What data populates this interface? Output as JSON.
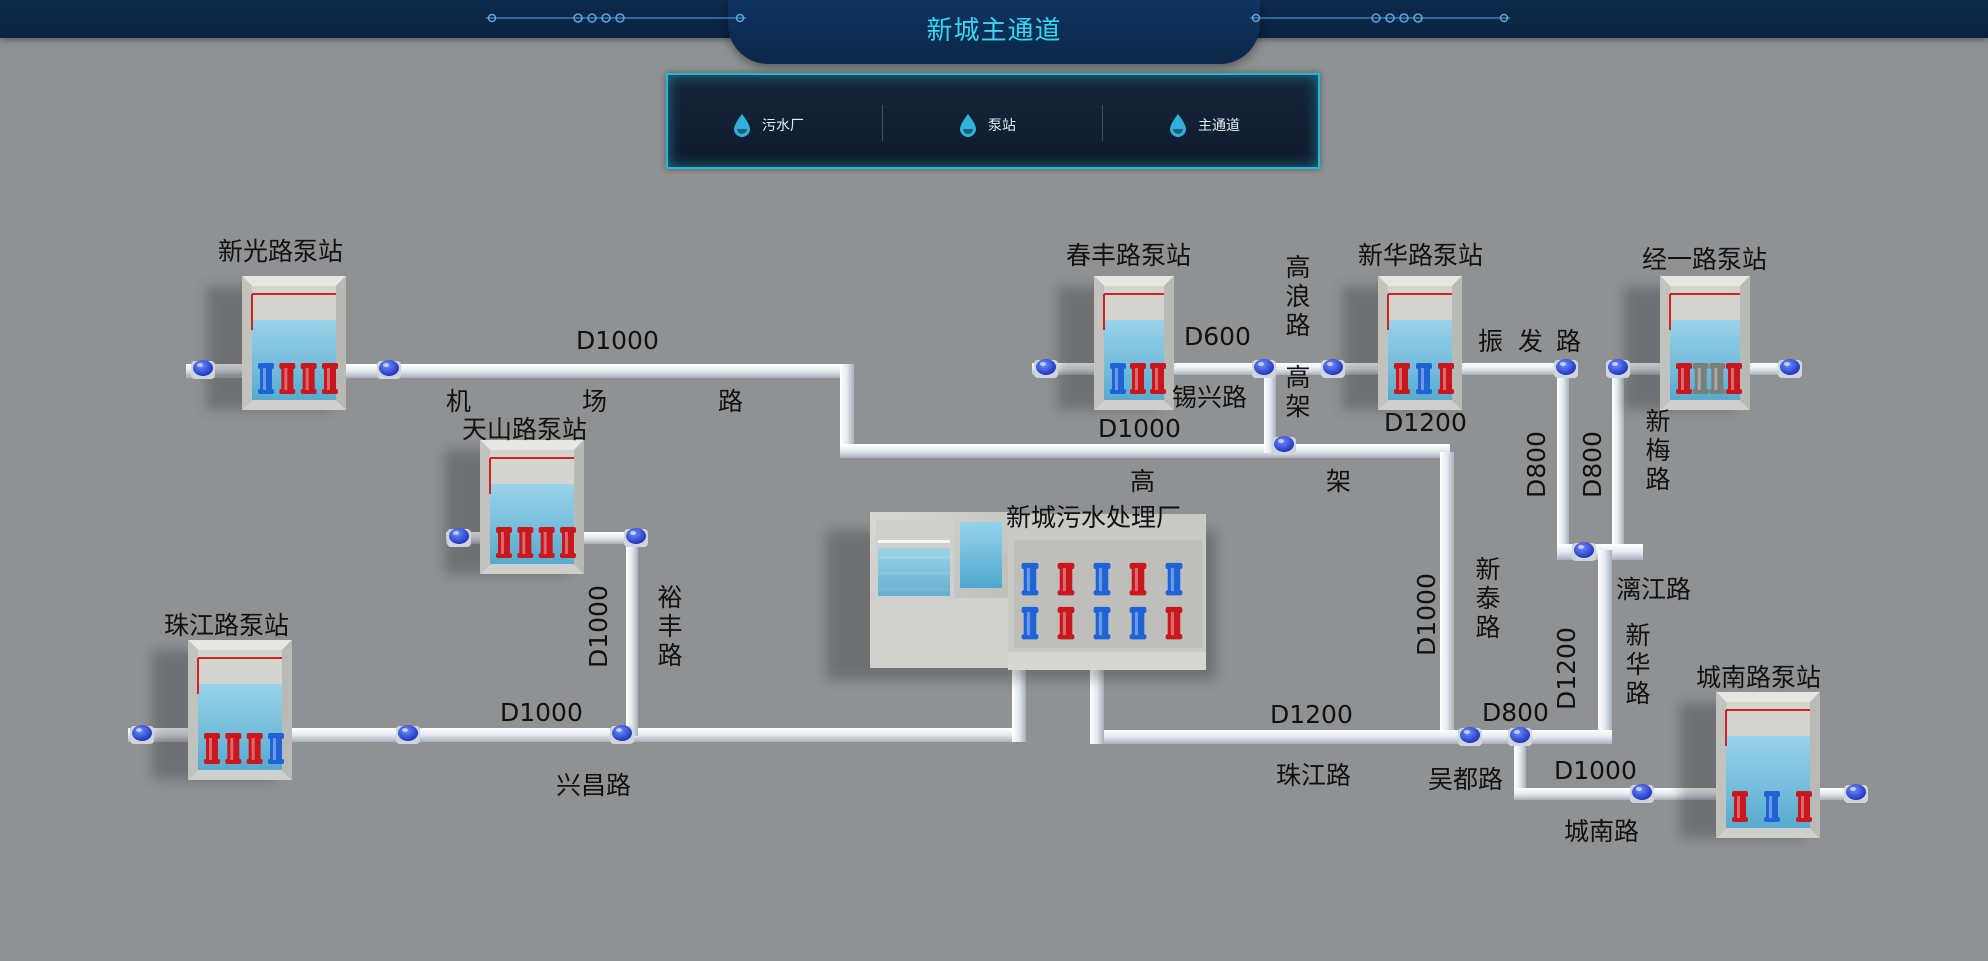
{
  "header": {
    "title": "新城主通道"
  },
  "legend": {
    "items": [
      {
        "label": "污水厂",
        "icon": "water-drop-icon"
      },
      {
        "label": "泵站",
        "icon": "water-drop-icon"
      },
      {
        "label": "主通道",
        "icon": "water-drop-icon"
      }
    ]
  },
  "stations": {
    "xinguang": "新光路泵站",
    "tianshan": "天山路泵站",
    "zhujiang": "珠江路泵站",
    "chunfeng": "春丰路泵站",
    "xinhua": "新华路泵站",
    "jingyi": "经一路泵站",
    "chengnan": "城南路泵站",
    "plant": "新城污水处理厂"
  },
  "roads": {
    "jichang": [
      "机",
      "场",
      "路"
    ],
    "gaojia_a": "高架",
    "gaojia_b": [
      "高",
      "架"
    ],
    "gaolanglu": "高浪路",
    "xixinglu": "锡兴路",
    "zhenfalu": [
      "振",
      "发",
      "路"
    ],
    "xinmeilu": "新梅路",
    "lijianglu": "漓江路",
    "xintailu": "新泰路",
    "xinhualu": "新华路",
    "yufenglu": "裕丰路",
    "xingchanglu": "兴昌路",
    "zhujianglu": "珠江路",
    "wudulu": "吴都路",
    "chengnanlu": "城南路"
  },
  "pipes": {
    "d1000_top": "D1000",
    "d600": "D600",
    "d1000_chunfeng": "D1000",
    "d1200_xinhua": "D1200",
    "d800_a": "D800",
    "d800_b": "D800",
    "d1000_xintai": "D1000",
    "d1200_xinhua_road": "D1200",
    "d1000_yufeng": "D1000",
    "d1000_xingchang": "D1000",
    "d1200_zhujiang": "D1200",
    "d800_wudu": "D800",
    "d1000_chengnan": "D1000"
  },
  "colors": {
    "header_bg": "#0b2749",
    "title": "#35d6f2",
    "legend_border": "#23b9d8",
    "pipe": "#e9edf2",
    "water": "#5fb7d9",
    "pump_red": "#c8181e",
    "pump_blue": "#1f63d6",
    "pump_grey": "#7b7f78",
    "valve": "#1d3fd0",
    "concrete": "#c9c9c6"
  },
  "pump_sets": {
    "xinguang": [
      "blue",
      "red",
      "red",
      "red"
    ],
    "tianshan": [
      "red",
      "red",
      "red",
      "red"
    ],
    "zhujiang": [
      "red",
      "red",
      "red",
      "blue"
    ],
    "chunfeng": [
      "blue",
      "red",
      "red"
    ],
    "xinhua": [
      "red",
      "blue",
      "red"
    ],
    "jingyi": [
      "red",
      "grey",
      "grey",
      "red"
    ],
    "chengnan": [
      "red",
      "blue",
      "red"
    ],
    "plant_row1": [
      "blue",
      "red",
      "blue",
      "red",
      "blue"
    ],
    "plant_row2": [
      "blue",
      "red",
      "blue",
      "blue",
      "red"
    ]
  }
}
